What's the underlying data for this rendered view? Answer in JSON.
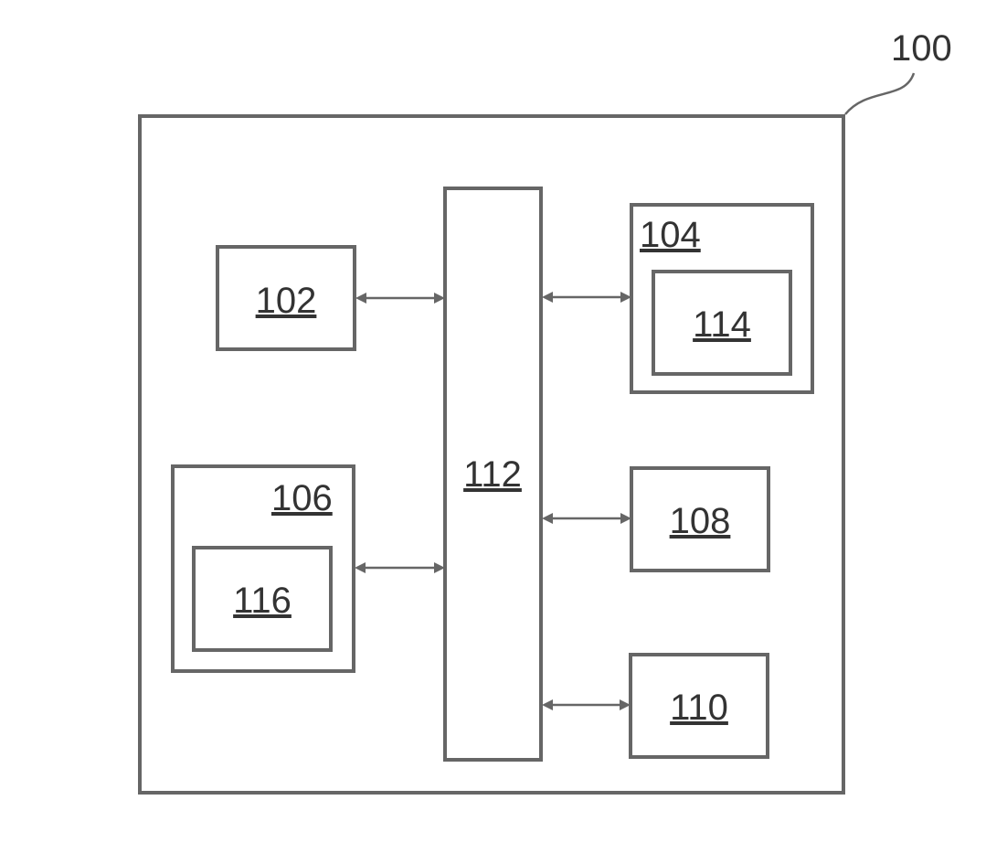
{
  "diagram": {
    "system_label": "100",
    "blocks": {
      "b102": "102",
      "b104": "104",
      "b106": "106",
      "b108": "108",
      "b110": "110",
      "b112": "112",
      "b114": "114",
      "b116": "116"
    }
  }
}
